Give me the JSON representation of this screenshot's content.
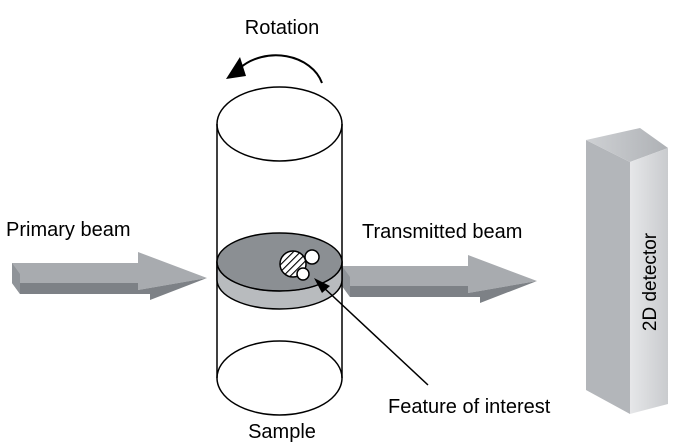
{
  "labels": {
    "rotation": "Rotation",
    "primary_beam": "Primary beam",
    "transmitted_beam": "Transmitted beam",
    "detector": "2D detector",
    "feature": "Feature of interest",
    "sample": "Sample"
  },
  "colors": {
    "arrow_top": "#a6a9ad",
    "arrow_front": "#7e8287",
    "slice_top": "#8c9094",
    "slice_bottom": "#b9bcbf",
    "detector_front": "#d9dadc",
    "detector_side": "#bfc1c4"
  }
}
